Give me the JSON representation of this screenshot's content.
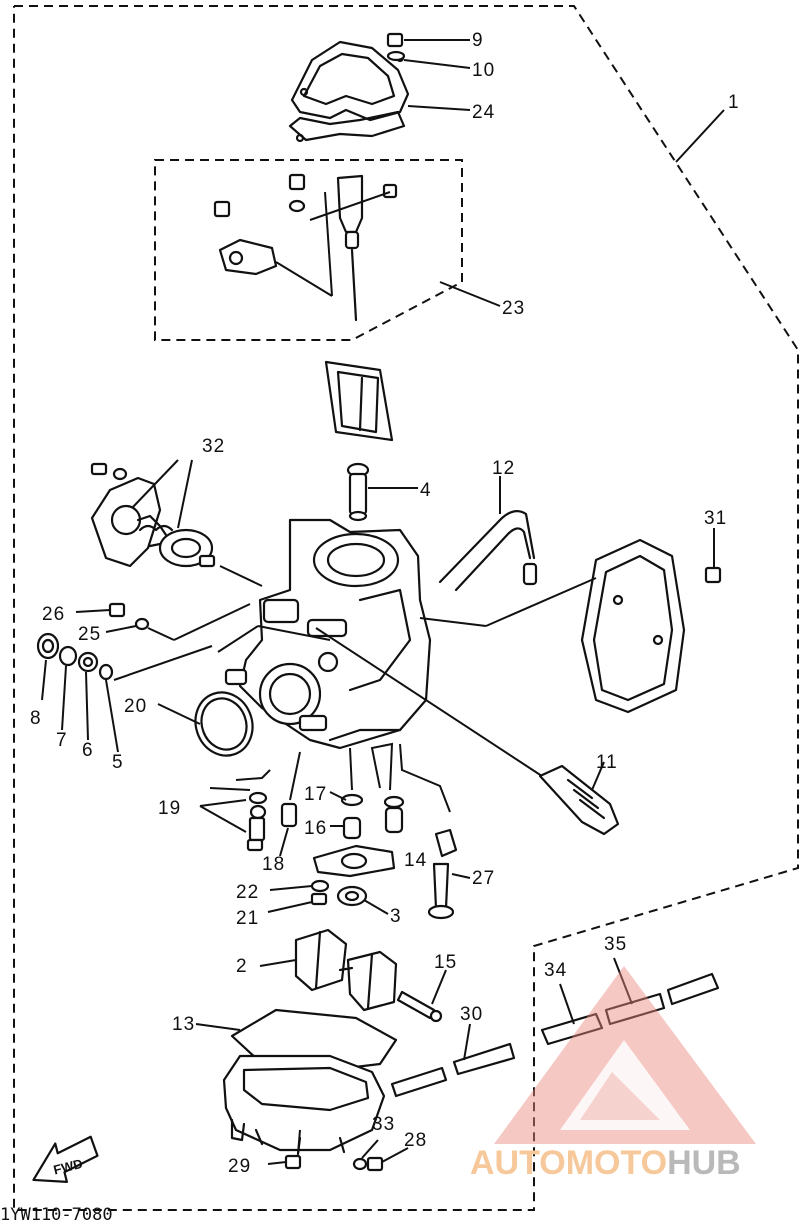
{
  "diagram": {
    "callouts": [
      "1",
      "2",
      "3",
      "4",
      "5",
      "6",
      "7",
      "8",
      "9",
      "10",
      "11",
      "12",
      "13",
      "14",
      "15",
      "16",
      "17",
      "18",
      "19",
      "20",
      "21",
      "22",
      "23",
      "24",
      "25",
      "26",
      "27",
      "28",
      "29",
      "30",
      "31",
      "32",
      "33",
      "34",
      "35"
    ],
    "direction_label": "FWD",
    "figure_code": "1YW110-7080"
  },
  "watermark": {
    "text_part1": "AUTOMOTO",
    "text_part2": "HUB",
    "colors": {
      "part1": "#f6c89a",
      "part2": "#b9b9b9",
      "logo": "#e9897f"
    }
  }
}
